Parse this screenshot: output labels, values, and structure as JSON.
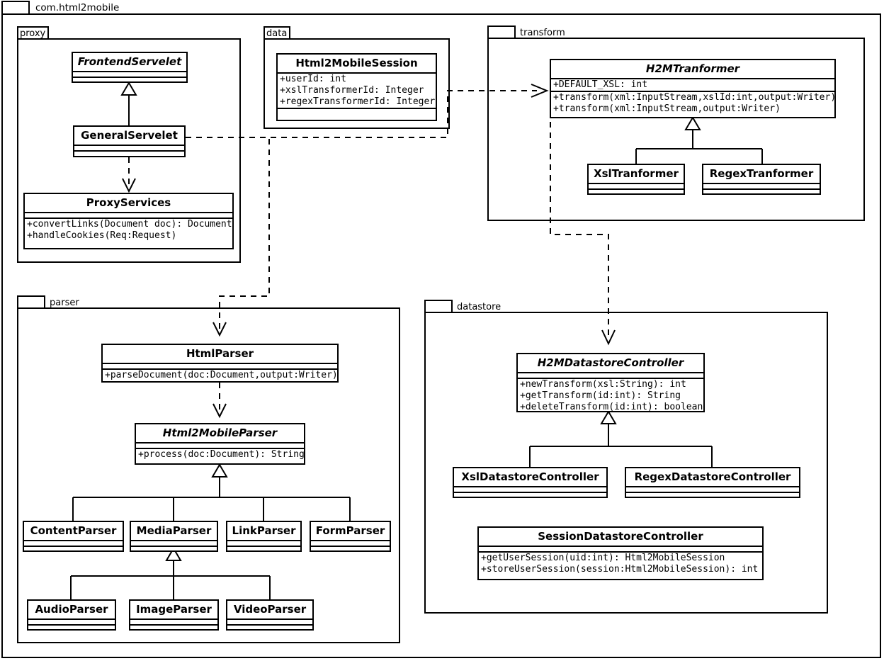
{
  "diagram": {
    "type": "uml-class-diagram",
    "root_package": "com.html2mobile",
    "packages": [
      {
        "name": "proxy"
      },
      {
        "name": "data"
      },
      {
        "name": "transform"
      },
      {
        "name": "parser"
      },
      {
        "name": "datastore"
      }
    ]
  },
  "classes": {
    "frontend_servelet": {
      "name": "FrontendServelet",
      "abstract": true,
      "attributes": [],
      "operations": []
    },
    "general_servelet": {
      "name": "GeneralServelet",
      "abstract": false,
      "attributes": [],
      "operations": []
    },
    "proxy_services": {
      "name": "ProxyServices",
      "abstract": false,
      "attributes": [],
      "operations": [
        "+convertLinks(Document doc): Document",
        "+handleCookies(Req:Request)"
      ]
    },
    "html2mobile_session": {
      "name": "Html2MobileSession",
      "abstract": false,
      "attributes": [
        "+userId: int",
        "+xslTransformerId: Integer",
        "+regexTransformerId: Integer"
      ],
      "operations": []
    },
    "h2m_tranformer": {
      "name": "H2MTranformer",
      "abstract": true,
      "attributes": [
        "+DEFAULT_XSL: int"
      ],
      "operations": [
        "+transform(xml:InputStream,xslId:int,output:Writer)",
        "+transform(xml:InputStream,output:Writer)"
      ]
    },
    "xsl_tranformer": {
      "name": "XslTranformer",
      "abstract": false,
      "attributes": [],
      "operations": []
    },
    "regex_tranformer": {
      "name": "RegexTranformer",
      "abstract": false,
      "attributes": [],
      "operations": []
    },
    "html_parser": {
      "name": "HtmlParser",
      "abstract": false,
      "attributes": [],
      "operations": [
        "+parseDocument(doc:Document,output:Writer)"
      ]
    },
    "html2mobile_parser": {
      "name": "Html2MobileParser",
      "abstract": true,
      "attributes": [],
      "operations": [
        "+process(doc:Document): String"
      ]
    },
    "content_parser": {
      "name": "ContentParser",
      "abstract": false,
      "attributes": [],
      "operations": []
    },
    "media_parser": {
      "name": "MediaParser",
      "abstract": false,
      "attributes": [],
      "operations": []
    },
    "link_parser": {
      "name": "LinkParser",
      "abstract": false,
      "attributes": [],
      "operations": []
    },
    "form_parser": {
      "name": "FormParser",
      "abstract": false,
      "attributes": [],
      "operations": []
    },
    "audio_parser": {
      "name": "AudioParser",
      "abstract": false,
      "attributes": [],
      "operations": []
    },
    "image_parser": {
      "name": "ImageParser",
      "abstract": false,
      "attributes": [],
      "operations": []
    },
    "video_parser": {
      "name": "VideoParser",
      "abstract": false,
      "attributes": [],
      "operations": []
    },
    "h2m_datastore_controller": {
      "name": "H2MDatastoreController",
      "abstract": true,
      "attributes": [],
      "operations": [
        "+newTransform(xsl:String): int",
        "+getTransform(id:int): String",
        "+deleteTransform(id:int): boolean"
      ]
    },
    "xsl_datastore_controller": {
      "name": "XslDatastoreController",
      "abstract": false,
      "attributes": [],
      "operations": []
    },
    "regex_datastore_controller": {
      "name": "RegexDatastoreController",
      "abstract": false,
      "attributes": [],
      "operations": []
    },
    "session_datastore_controller": {
      "name": "SessionDatastoreController",
      "abstract": false,
      "attributes": [],
      "operations": [
        "+getUserSession(uid:int): Html2MobileSession",
        "+storeUserSession(session:Html2MobileSession): int"
      ]
    }
  },
  "relationships": [
    {
      "kind": "generalization",
      "from": "GeneralServelet",
      "to": "FrontendServelet"
    },
    {
      "kind": "dependency",
      "from": "GeneralServelet",
      "to": "ProxyServices"
    },
    {
      "kind": "dependency",
      "from": "GeneralServelet",
      "to": "H2MTranformer"
    },
    {
      "kind": "dependency",
      "from": "GeneralServelet",
      "to": "HtmlParser"
    },
    {
      "kind": "generalization",
      "from": "XslTranformer",
      "to": "H2MTranformer"
    },
    {
      "kind": "generalization",
      "from": "RegexTranformer",
      "to": "H2MTranformer"
    },
    {
      "kind": "dependency",
      "from": "H2MTranformer",
      "to": "H2MDatastoreController"
    },
    {
      "kind": "dependency",
      "from": "HtmlParser",
      "to": "Html2MobileParser"
    },
    {
      "kind": "generalization",
      "from": "ContentParser",
      "to": "Html2MobileParser"
    },
    {
      "kind": "generalization",
      "from": "MediaParser",
      "to": "Html2MobileParser"
    },
    {
      "kind": "generalization",
      "from": "LinkParser",
      "to": "Html2MobileParser"
    },
    {
      "kind": "generalization",
      "from": "FormParser",
      "to": "Html2MobileParser"
    },
    {
      "kind": "generalization",
      "from": "AudioParser",
      "to": "MediaParser"
    },
    {
      "kind": "generalization",
      "from": "ImageParser",
      "to": "MediaParser"
    },
    {
      "kind": "generalization",
      "from": "VideoParser",
      "to": "MediaParser"
    },
    {
      "kind": "generalization",
      "from": "XslDatastoreController",
      "to": "H2MDatastoreController"
    },
    {
      "kind": "generalization",
      "from": "RegexDatastoreController",
      "to": "H2MDatastoreController"
    }
  ],
  "colors": {
    "stroke": "#000000",
    "background": "#ffffff"
  }
}
